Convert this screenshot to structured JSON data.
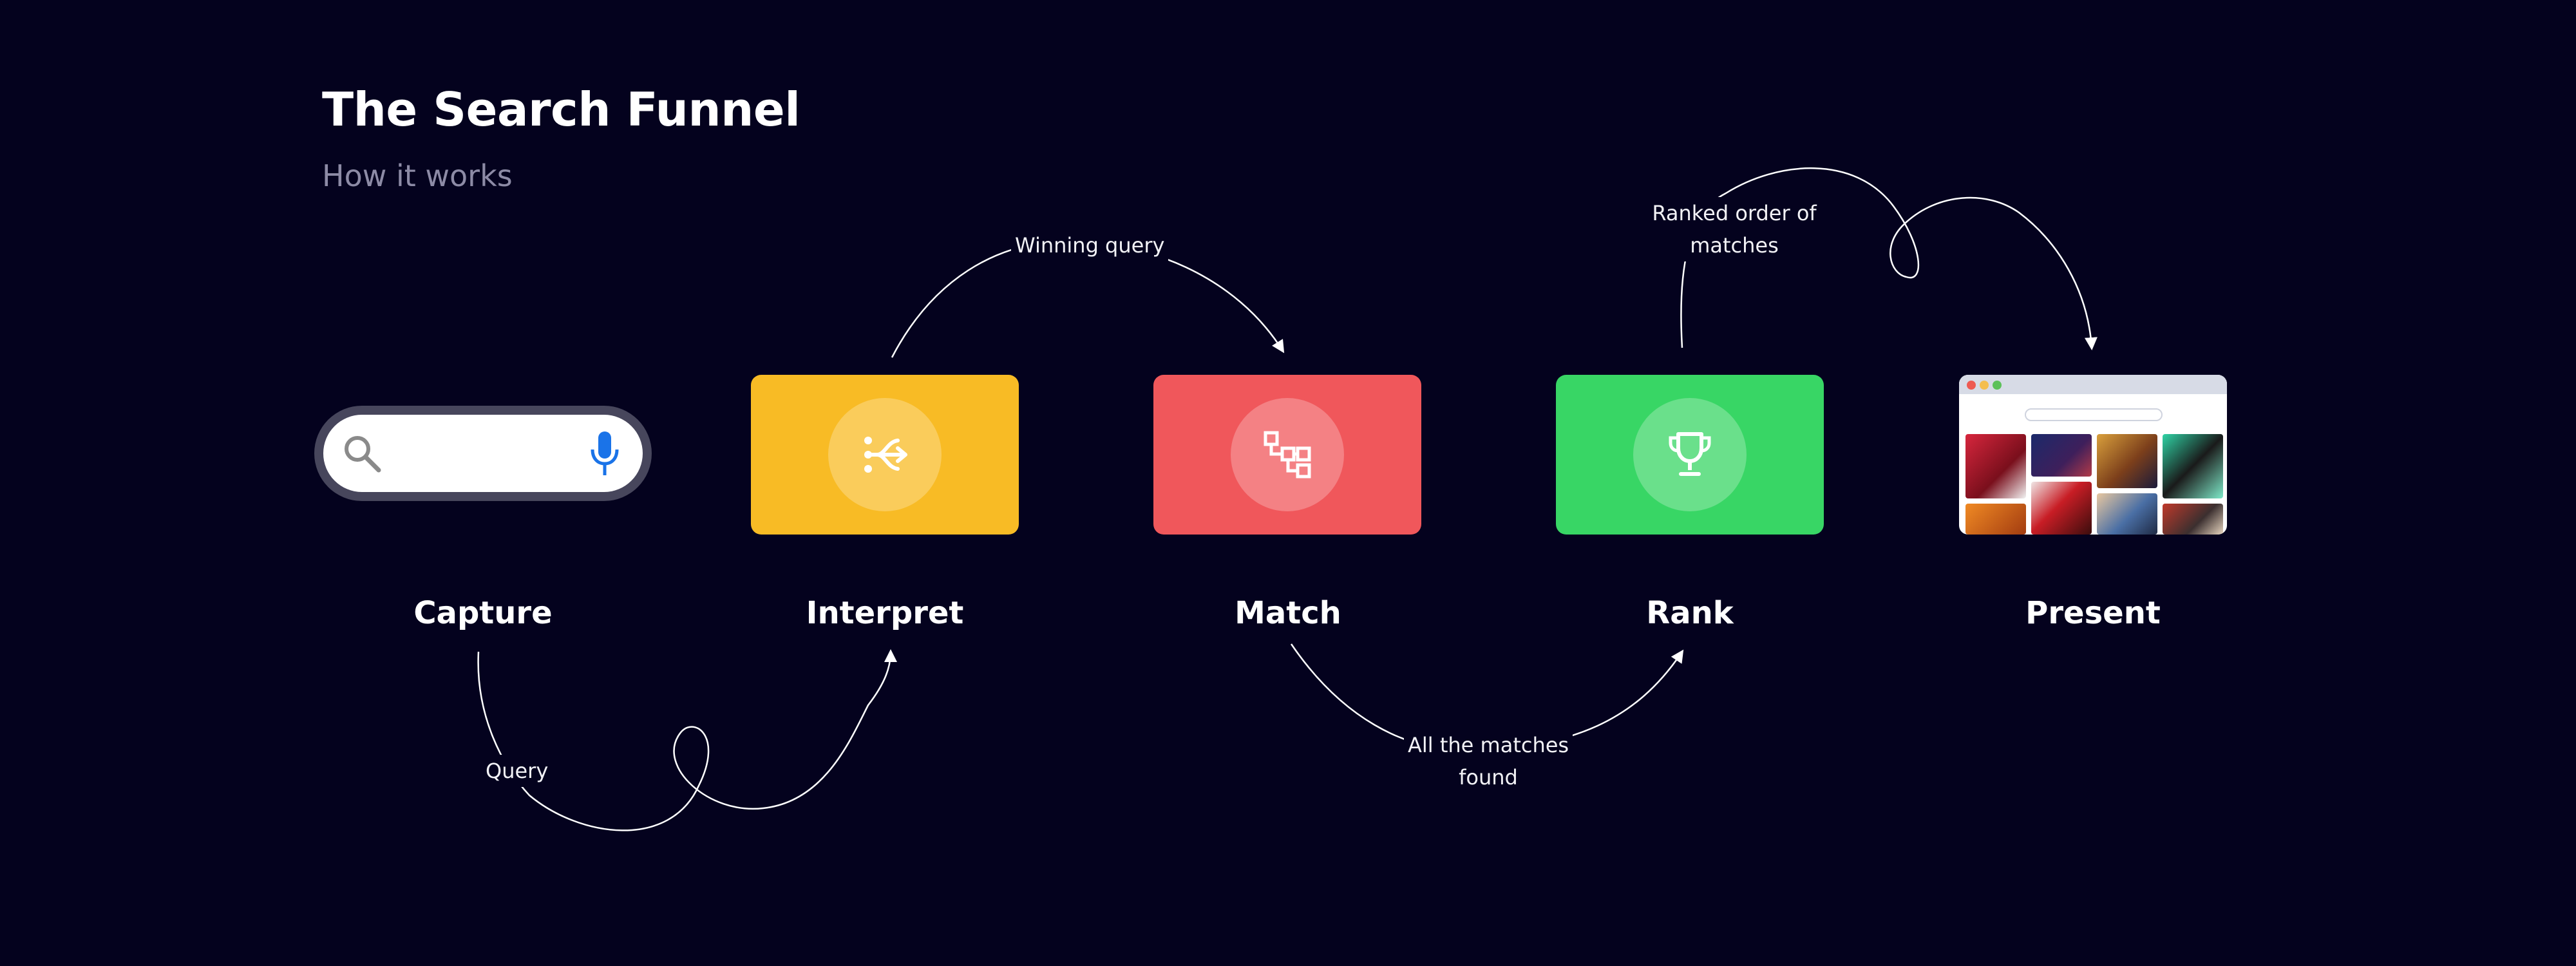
{
  "header": {
    "title": "The Search Funnel",
    "subtitle": "How it works"
  },
  "stages": [
    {
      "label": "Capture",
      "icon": "search-bar"
    },
    {
      "label": "Interpret",
      "icon": "split-arrows-icon",
      "color": "#f8bb25"
    },
    {
      "label": "Match",
      "icon": "hierarchy-icon",
      "color": "#f0575b"
    },
    {
      "label": "Rank",
      "icon": "trophy-icon",
      "color": "#38d665"
    },
    {
      "label": "Present",
      "icon": "browser-results"
    }
  ],
  "annotations": {
    "query": "Query",
    "winning_query": "Winning query",
    "all_matches": [
      "All the matches",
      "found"
    ],
    "ranked_order": [
      "Ranked order of",
      "matches"
    ]
  },
  "colors": {
    "background": "#04021e",
    "subtitle": "#8d8ba6",
    "search_bar_border": "#47465c",
    "mic": "#1a73e8"
  }
}
